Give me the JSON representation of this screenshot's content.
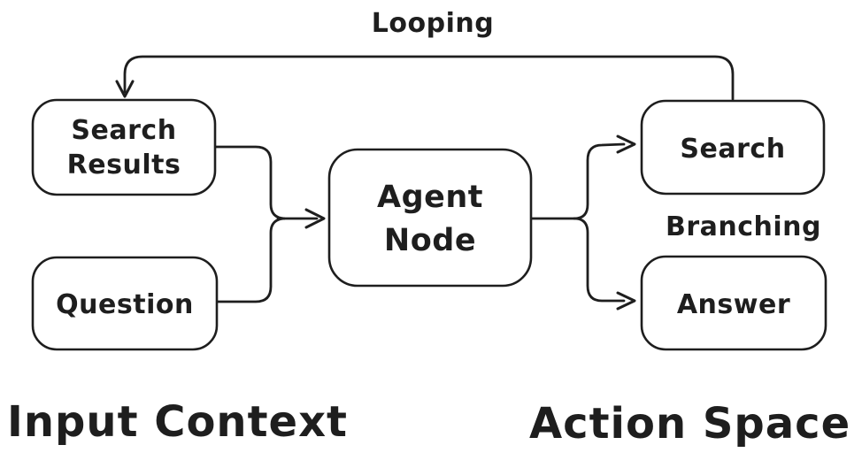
{
  "diagram": {
    "type": "flow-diagram",
    "style": "hand-drawn",
    "colors": {
      "stroke": "#1e1e1e",
      "background": "#ffffff"
    },
    "nodes": {
      "search_results": {
        "line1": "Search",
        "line2": "Results"
      },
      "question": {
        "label": "Question"
      },
      "agent_node": {
        "line1": "Agent",
        "line2": "Node"
      },
      "search": {
        "label": "Search"
      },
      "answer": {
        "label": "Answer"
      }
    },
    "annotations": {
      "looping": "Looping",
      "branching": "Branching"
    },
    "sections": {
      "input_context": "Input Context",
      "action_space": "Action Space"
    },
    "edges": [
      {
        "from": "search_results",
        "to": "agent_node"
      },
      {
        "from": "question",
        "to": "agent_node"
      },
      {
        "from": "agent_node",
        "to": "search"
      },
      {
        "from": "agent_node",
        "to": "answer"
      },
      {
        "from": "search",
        "to": "search_results",
        "via": "looping"
      }
    ]
  }
}
